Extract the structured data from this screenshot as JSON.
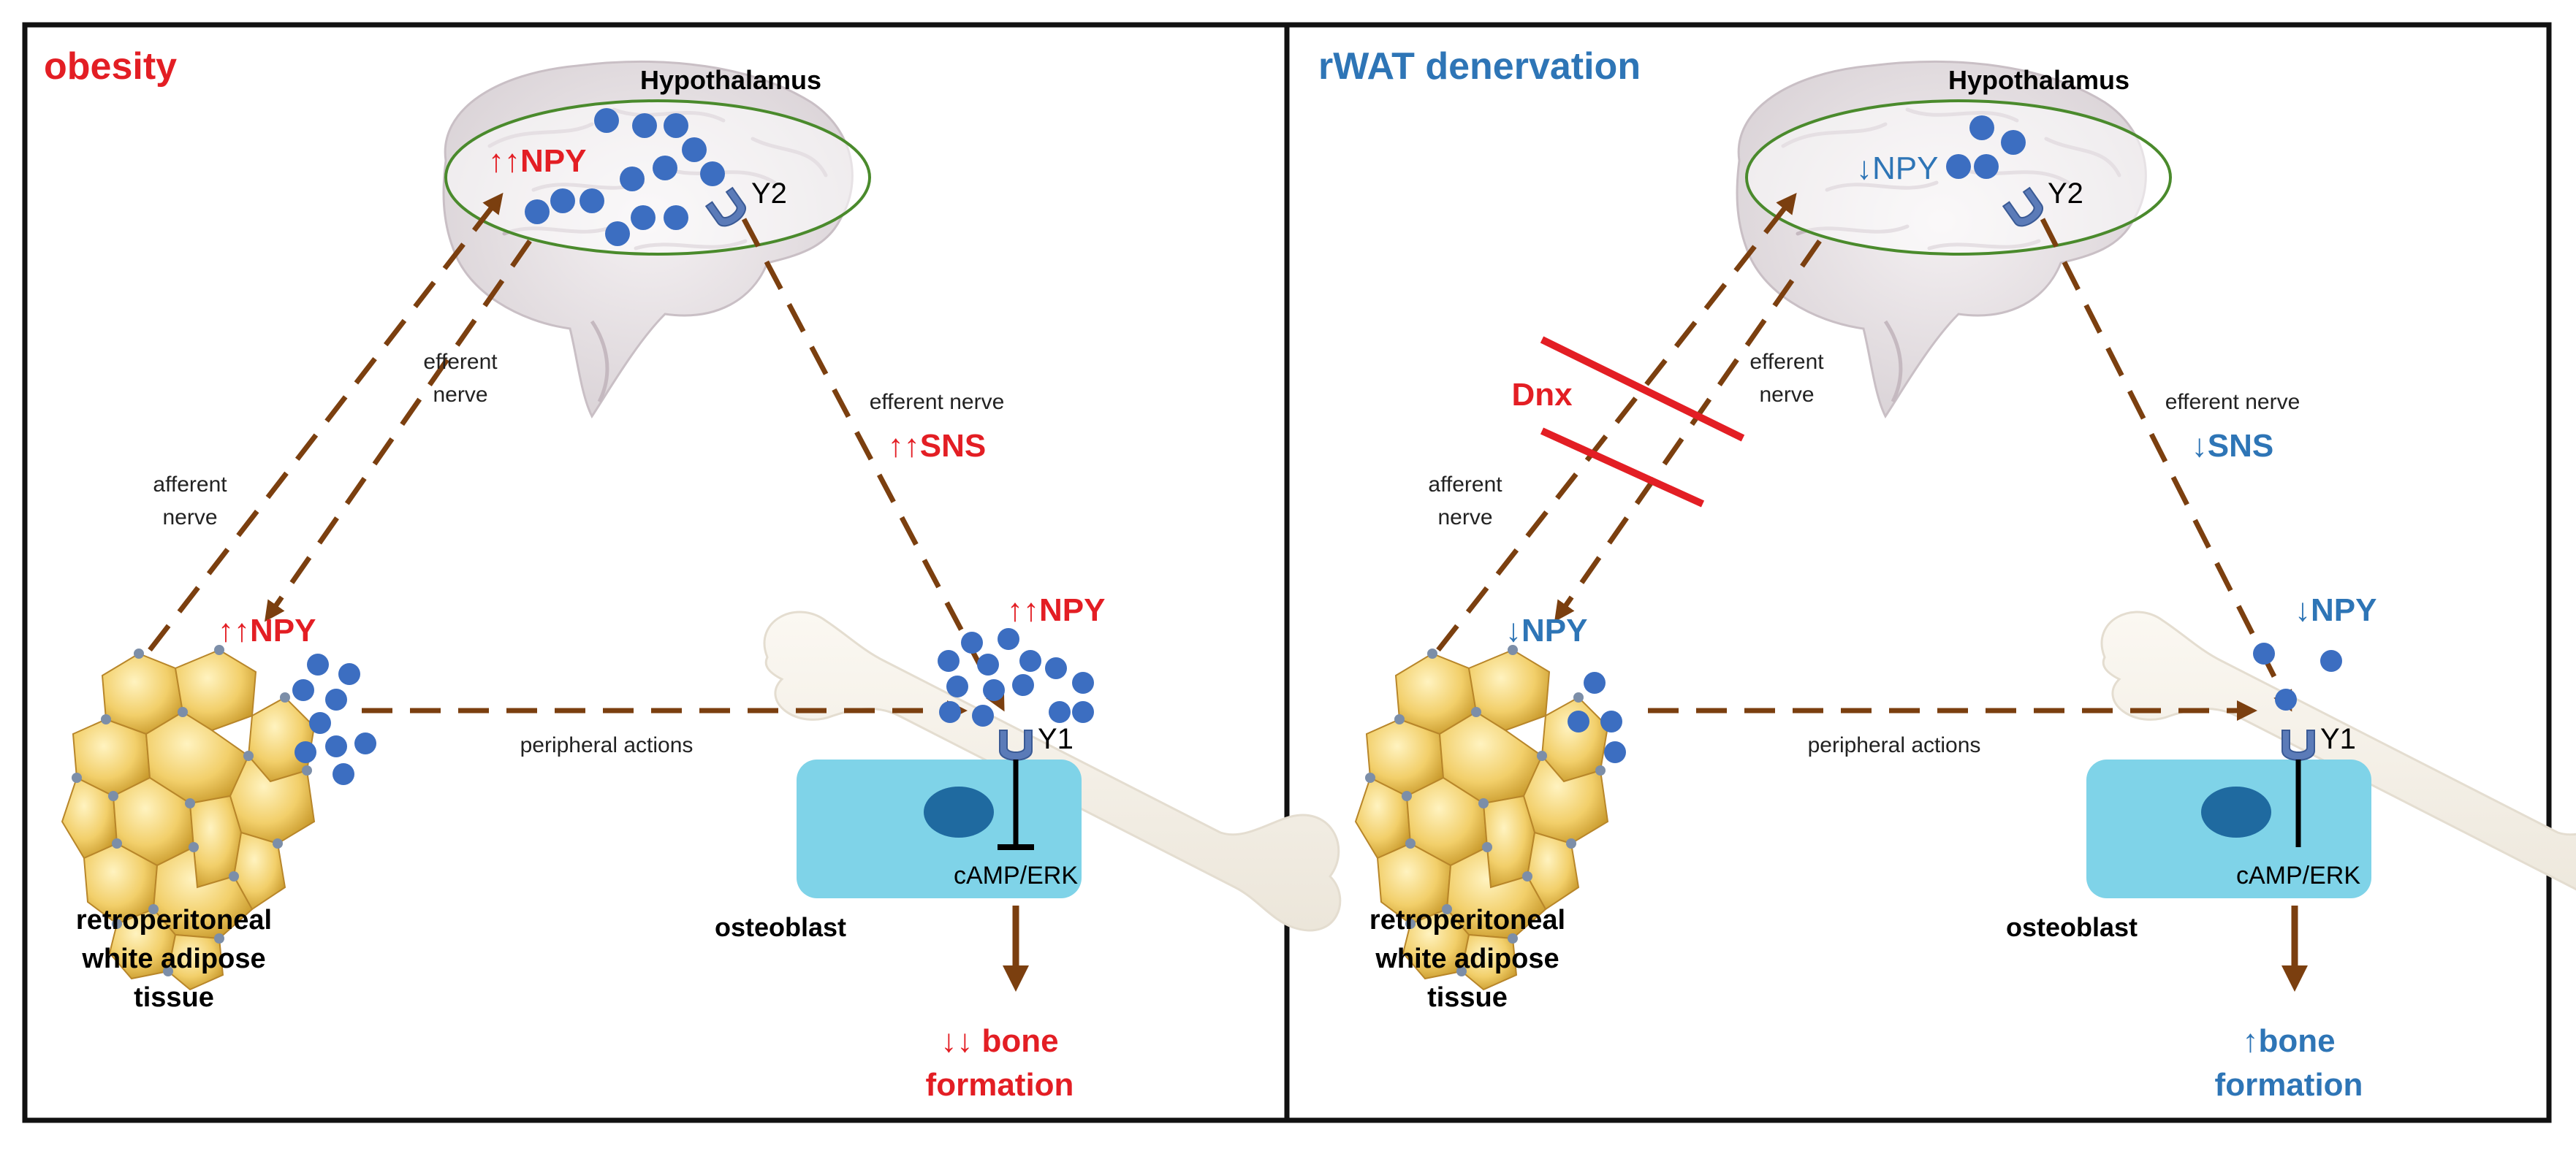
{
  "colors": {
    "red": "#e31e24",
    "blue": "#2e75b6",
    "brown": "#7b3f0f",
    "receptor": "#5b7bb8",
    "dot": "#3c6ec1",
    "cell": "#7fd3e8",
    "nucleus": "#1f6aa0",
    "hypothalamus_outline": "#4a8a2c",
    "frame": "#111111"
  },
  "left": {
    "title": "obesity",
    "hypothalamus_label": "Hypothalamus",
    "hypo_npy": "↑↑NPY",
    "y2_label": "Y2",
    "efferent_label_1": "efferent",
    "efferent_label_2": "nerve",
    "afferent_label_1": "afferent",
    "afferent_label_2": "nerve",
    "efferent_nerve_label": "efferent nerve",
    "sns_label": "↑↑SNS",
    "wat_npy": "↑↑NPY",
    "bone_npy": "↑↑NPY",
    "peripheral_label": "peripheral actions",
    "y1_label": "Y1",
    "camp_label": "cAMP/ERK",
    "osteoblast_label": "osteoblast",
    "wat_label_1": "retroperitoneal",
    "wat_label_2": "white adipose",
    "wat_label_3": "tissue",
    "bone_result_1": "↓↓ bone",
    "bone_result_2": "formation"
  },
  "right": {
    "title": "rWAT denervation",
    "hypothalamus_label": "Hypothalamus",
    "hypo_npy": "↓NPY",
    "y2_label": "Y2",
    "dnx_label": "Dnx",
    "efferent_label_1": "efferent",
    "efferent_label_2": "nerve",
    "afferent_label_1": "afferent",
    "afferent_label_2": "nerve",
    "efferent_nerve_label": "efferent nerve",
    "sns_label": "↓SNS",
    "wat_npy": "↓NPY",
    "bone_npy": "↓NPY",
    "peripheral_label": "peripheral actions",
    "y1_label": "Y1",
    "camp_label": "cAMP/ERK",
    "osteoblast_label": "osteoblast",
    "wat_label_1": "retroperitoneal",
    "wat_label_2": "white adipose",
    "wat_label_3": "tissue",
    "bone_result_1": "↑bone",
    "bone_result_2": "formation"
  }
}
